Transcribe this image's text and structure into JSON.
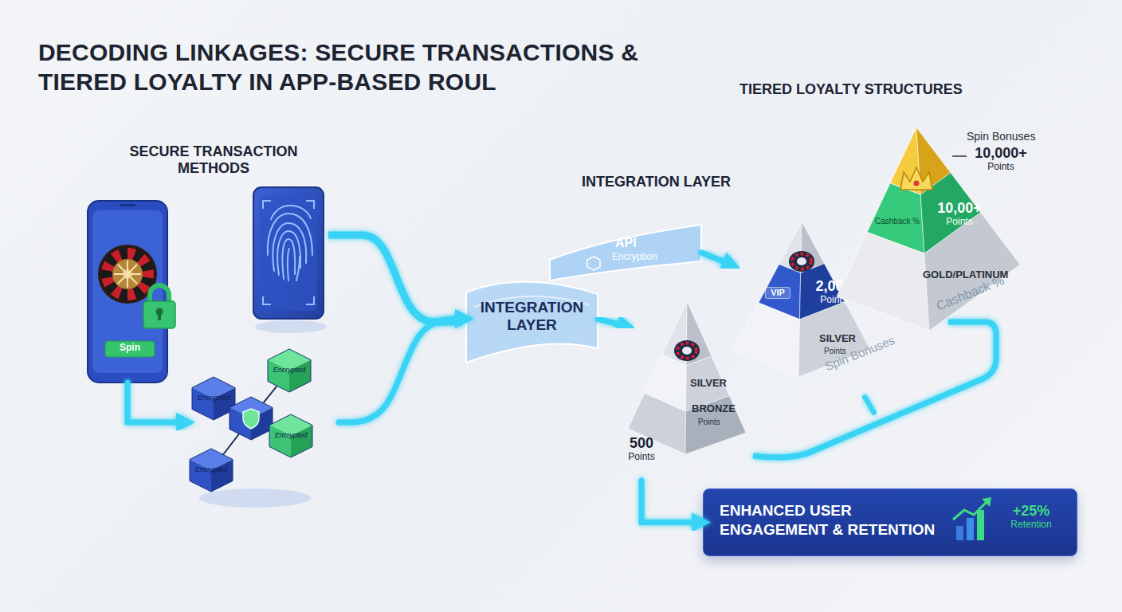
{
  "diagram": {
    "title": "DECODING LINKAGES: SECURE TRANSACTIONS & TIERED LOYALTY IN APP-BASED ROUL",
    "nodes": [
      {
        "text": [
          "Spin"
        ]
      },
      {
        "text": [
          "Encrypted",
          "Encrypted",
          "Encrypted",
          "Encrypted"
        ]
      },
      {
        "text": [
          "INTEGRATION LAYER"
        ]
      },
      {
        "text": [
          "API",
          "Encryption"
        ]
      },
      {
        "text": [
          "SILVER",
          "BRONZE",
          "Points"
        ]
      },
      {
        "text": [
          "VIP",
          "2,000 Points",
          "SILVER",
          "Points"
        ]
      },
      {
        "text": [
          "Cashback %",
          "10,00+ Points",
          "GOLD/PLATINUM"
        ]
      },
      {
        "text": [
          "ENHANCED USER ENGAGEMENT & RETENTION",
          "+25% Retention"
        ]
      }
    ],
    "edges": [
      {
        "from": 0,
        "to": 1,
        "arrow": "to"
      },
      {
        "from": 1,
        "to": 2,
        "arrow": "to"
      },
      {
        "from": 2,
        "to": 4,
        "arrow": "to"
      },
      {
        "from": 3,
        "to": 5,
        "arrow": "to"
      },
      {
        "from": 4,
        "to": 7,
        "arrow": "to"
      }
    ],
    "labels": [
      "SECURE TRANSACTION METHODS",
      "INTEGRATION LAYER",
      "TIERED LOYALTY STRUCTURES",
      "Spin Bonuses",
      "10,000+ Points",
      "Cashback %",
      "Spin Bonuses",
      "500 Points"
    ]
  }
}
